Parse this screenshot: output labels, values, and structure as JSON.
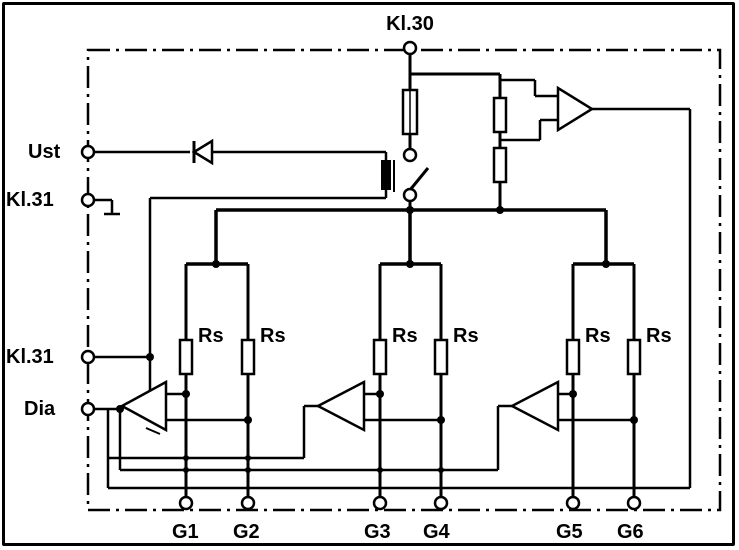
{
  "diagram": {
    "supply_terminal": "Kl.30",
    "left_terminals": {
      "ust": "Ust",
      "kl31_top": "Kl.31",
      "kl31_mid": "Kl.31",
      "dia": "Dia"
    },
    "resistor_label": "Rs",
    "outputs": [
      "G1",
      "G2",
      "G3",
      "G4",
      "G5",
      "G6"
    ],
    "colors": {
      "ink": "#000000",
      "background": "#ffffff"
    }
  }
}
